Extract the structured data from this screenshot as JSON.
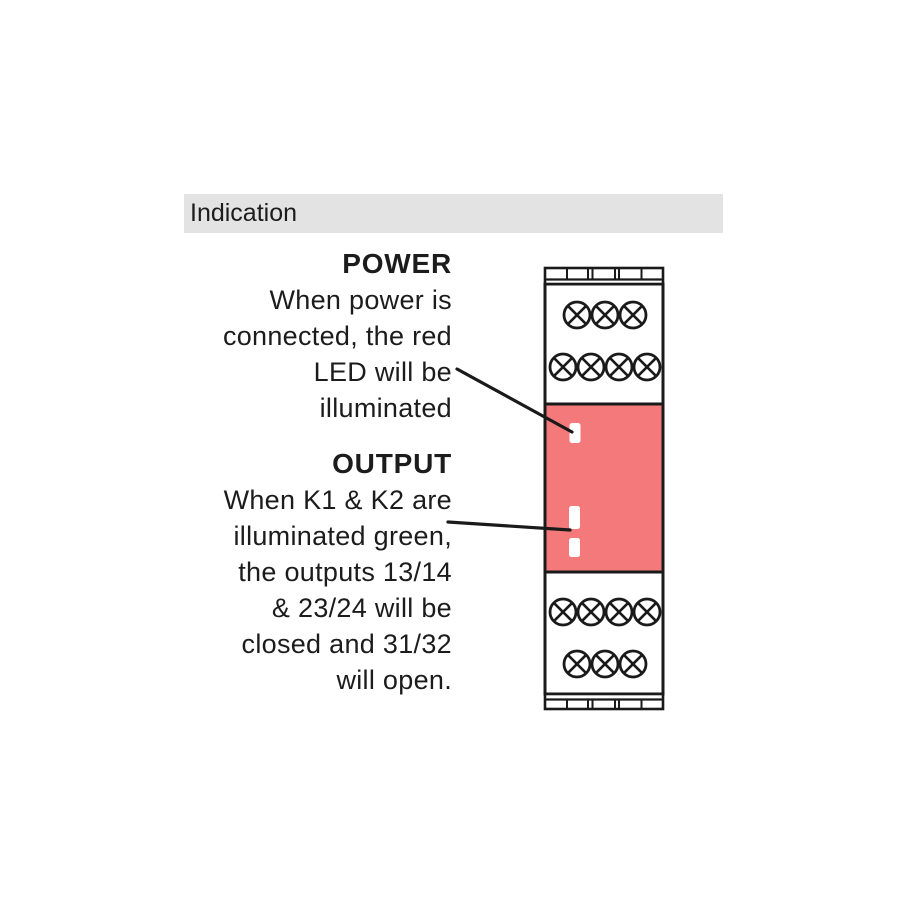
{
  "header": {
    "title": "Indication"
  },
  "notes": {
    "power": {
      "title": "POWER",
      "lines": [
        "When power is",
        "connected, the red",
        "LED will be",
        "illuminated"
      ]
    },
    "output": {
      "title": "OUTPUT",
      "lines": [
        "When K1 & K2 are",
        "illuminated green,",
        "the outputs 13/14",
        "& 23/24 will be",
        "closed and 31/32",
        "will open."
      ]
    }
  },
  "device": {
    "top_terminal_screw_rows": [
      3,
      4
    ],
    "bottom_terminal_screw_rows": [
      4,
      3
    ],
    "power_led_count": 1,
    "output_led_count": 2
  },
  "colors": {
    "page_bg": "#ffffff",
    "header_bg": "#e3e3e3",
    "text": "#1c1c1c",
    "outline": "#1a1a1a",
    "led_panel": "#f4797b",
    "led": "#ffffff"
  }
}
